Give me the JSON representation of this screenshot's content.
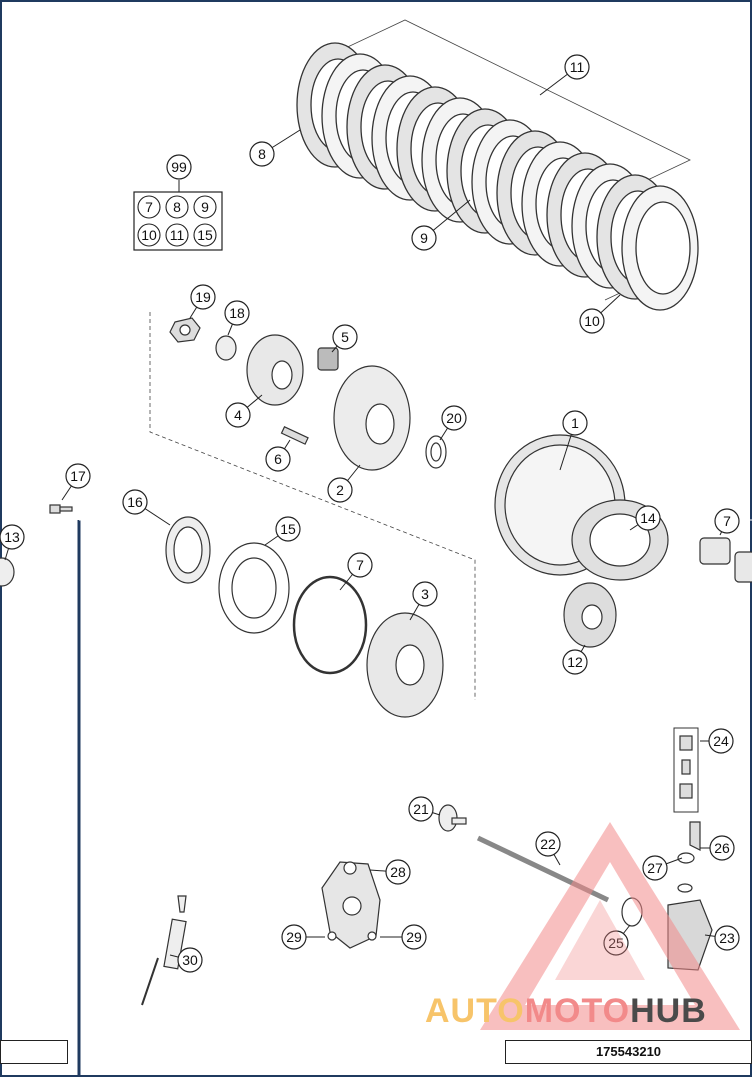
{
  "diagram": {
    "part_number": "175543210",
    "callouts": [
      "1",
      "2",
      "3",
      "4",
      "5",
      "6",
      "7",
      "8",
      "9",
      "10",
      "11",
      "12",
      "13",
      "14",
      "15",
      "16",
      "17",
      "18",
      "19",
      "20",
      "21",
      "22",
      "23",
      "24",
      "25",
      "26",
      "27",
      "28",
      "29",
      "29",
      "30",
      "7"
    ],
    "kit_label": "99",
    "kit_items": [
      "7",
      "8",
      "9",
      "10",
      "11",
      "15"
    ]
  },
  "watermark": {
    "brand_part1": "AUTO",
    "brand_part2": "MOTO",
    "brand_part3": "HUB",
    "color_primary": "#f28a8a",
    "color_secondary": "#f7c46a",
    "color_dark": "#4a4a4a"
  },
  "colors": {
    "frame": "#1f3a5f",
    "line": "#222222"
  }
}
